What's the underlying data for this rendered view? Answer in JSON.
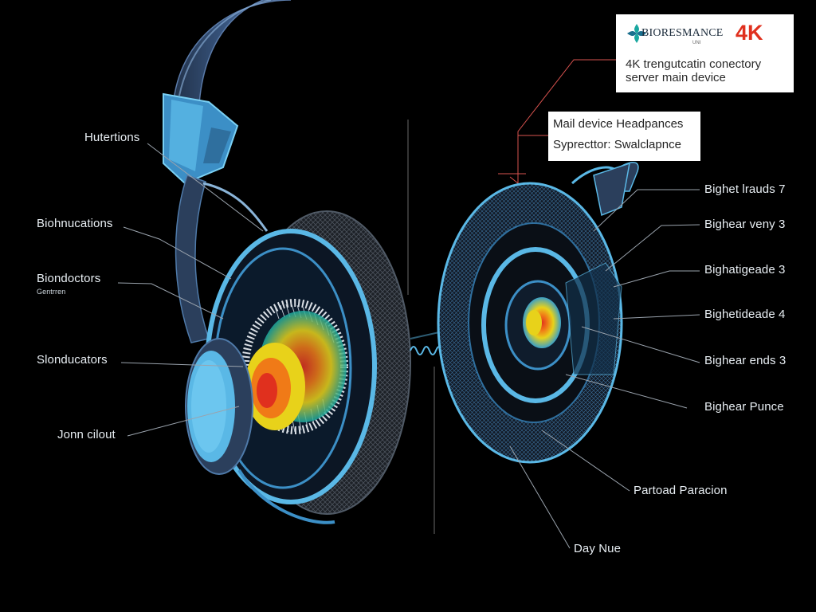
{
  "brand_box": {
    "brand_name": "BIORESMANCE",
    "brand_sub": "UNI",
    "badge": "4K",
    "line1": "4K trengutcatin conectory",
    "line2": "server main device"
  },
  "device_box": {
    "line1": "Mail device Headpances",
    "line2": "Syprecttor: Swalclapnce"
  },
  "left_labels": [
    {
      "text": "Hutertions"
    },
    {
      "text": "Biohnucations"
    },
    {
      "text": "Biondoctors"
    },
    {
      "text": "Gentrren"
    },
    {
      "text": "Slonducators"
    },
    {
      "text": "Jonn cilout"
    }
  ],
  "right_labels": [
    {
      "text": "Bighet lrauds 7"
    },
    {
      "text": "Bighear veny 3"
    },
    {
      "text": "Bighatigeade 3"
    },
    {
      "text": "Bighetideade 4"
    },
    {
      "text": "Bighear ends 3"
    },
    {
      "text": "Bighear Punce"
    },
    {
      "text": "Partoad Paracion"
    },
    {
      "text": "Day Nue"
    }
  ],
  "colors": {
    "background": "#000000",
    "shell_blue": "#5ab8e6",
    "shell_dark": "#2b3f5c",
    "mesh": "#3a3f47",
    "accent_yellow": "#e8d21a",
    "accent_red": "#e0301e",
    "accent_orange": "#f07a17",
    "accent_teal": "#1aa7a0"
  }
}
